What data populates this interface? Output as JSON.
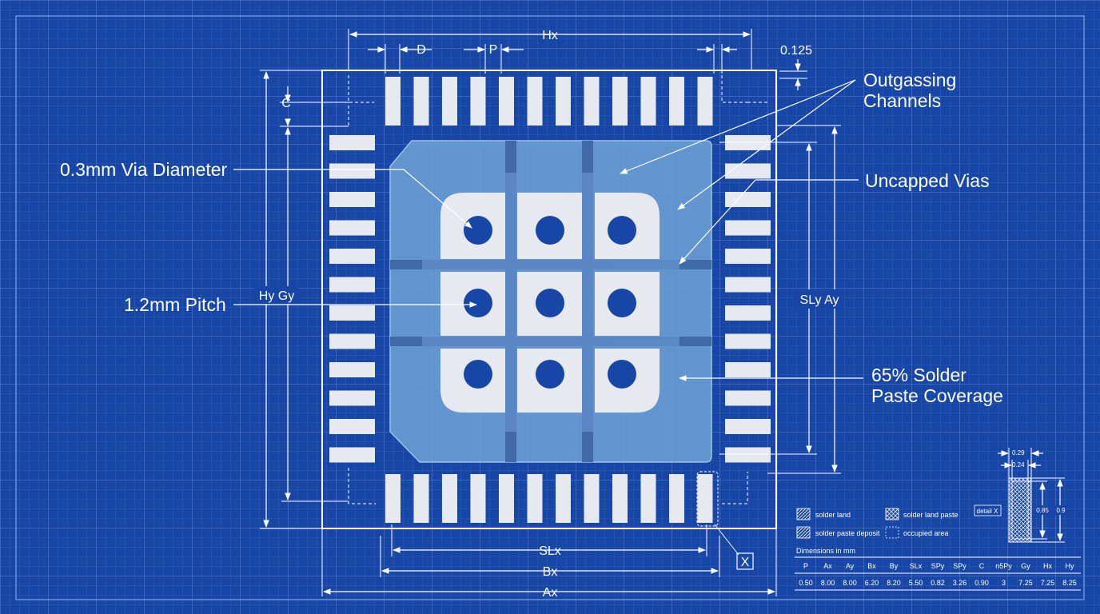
{
  "dimensions": {
    "hx": "Hx",
    "d": "D",
    "p": "P",
    "c": "C",
    "clearance": "0.125",
    "hy_gy": "Hy  Gy",
    "sly_ay": "SLy  Ay",
    "slx": "SLx",
    "bx": "Bx",
    "ax": "Ax",
    "x": "X"
  },
  "callouts": {
    "via_diameter": "0.3mm Via Diameter",
    "pitch": "1.2mm Pitch",
    "outgassing_1": "Outgassing",
    "outgassing_2": "Channels",
    "uncapped": "Uncapped Vias",
    "coverage_1": "65% Solder",
    "coverage_2": "Paste Coverage"
  },
  "legend": {
    "solder_land": "solder land",
    "solder_land_paste": "solder land paste",
    "solder_paste_deposit": "solder paste deposit",
    "occupied_area": "occupied area",
    "detail": "detail X"
  },
  "detail_dims": {
    "a": "0.29",
    "b": "0.24",
    "c": "0.85",
    "d": "0.9"
  },
  "table": {
    "caption": "Dimensions in mm",
    "headers": [
      "P",
      "Ax",
      "Ay",
      "Bx",
      "By",
      "SLx",
      "SPy",
      "SPy",
      "C",
      "n5Py",
      "Gy",
      "Hx",
      "Hy"
    ],
    "values": [
      "0.50",
      "8.00",
      "8.00",
      "6.20",
      "8.20",
      "5.50",
      "0.82",
      "3.26",
      "0.90",
      "3",
      "7.25",
      "7.25",
      "8.25"
    ]
  },
  "colors": {
    "background": "#1746a6",
    "pad": "#e6e9ef",
    "paste_area": "#6d9fd4",
    "line": "#ffffff"
  }
}
